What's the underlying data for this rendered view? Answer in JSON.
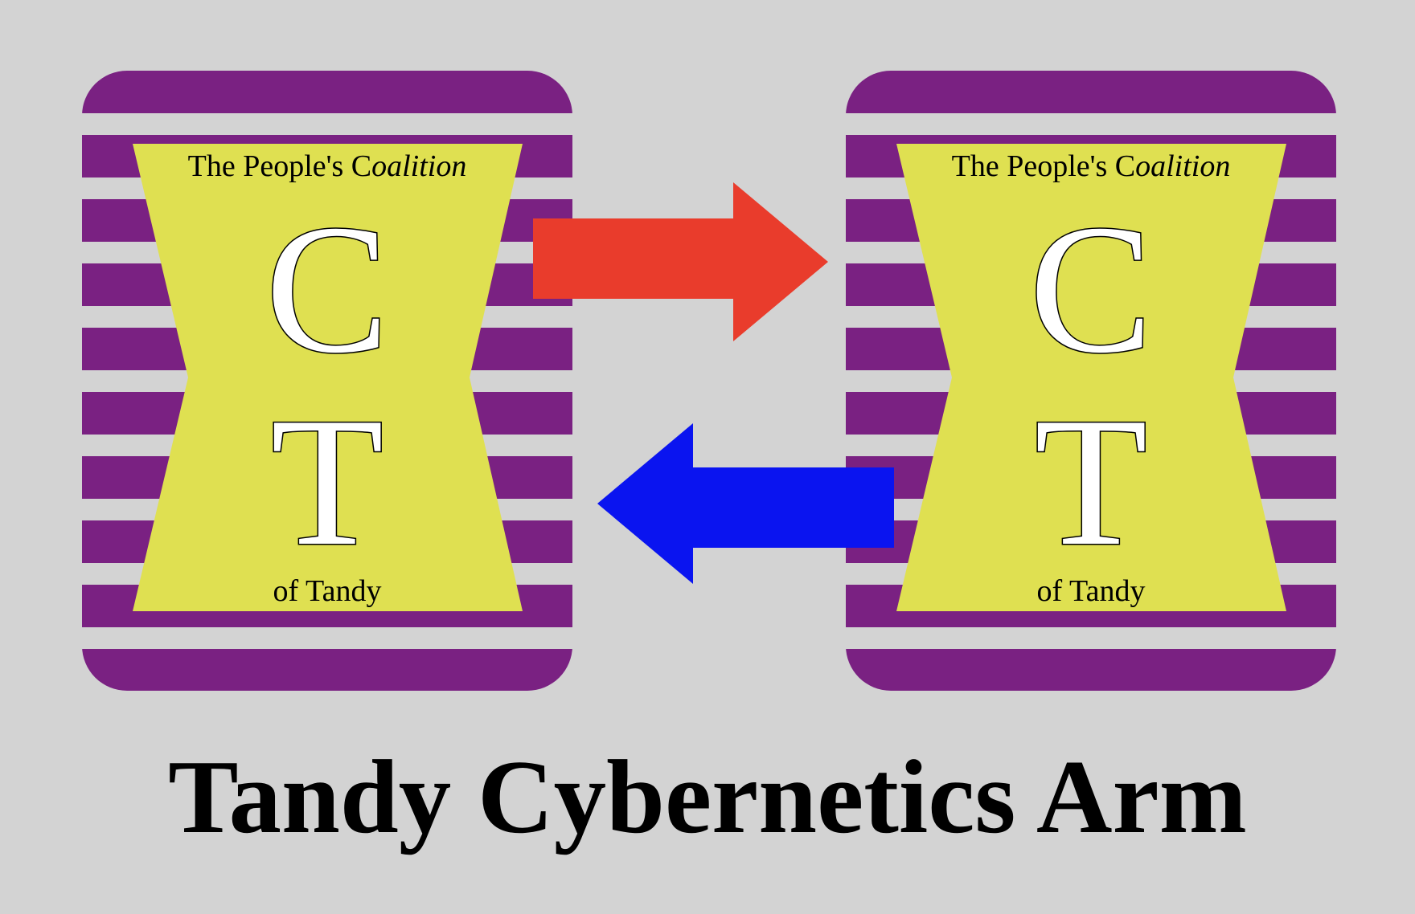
{
  "title": "Tandy Cybernetics Arm",
  "logo": {
    "header_regular": "The People's C",
    "header_italic": "oalition",
    "letter_c": "C",
    "letter_t": "T",
    "footer": "of Tandy"
  },
  "arrows": {
    "top_direction": "right",
    "bottom_direction": "left"
  },
  "colors": {
    "bg": "#d3d3d3",
    "purple": "#7a2182",
    "yellow": "#dfe051",
    "red": "#e93c2c",
    "blue": "#0a14f0",
    "ink": "#000000",
    "letter_fill": "#ffffff",
    "letter_outline": "#000000"
  }
}
